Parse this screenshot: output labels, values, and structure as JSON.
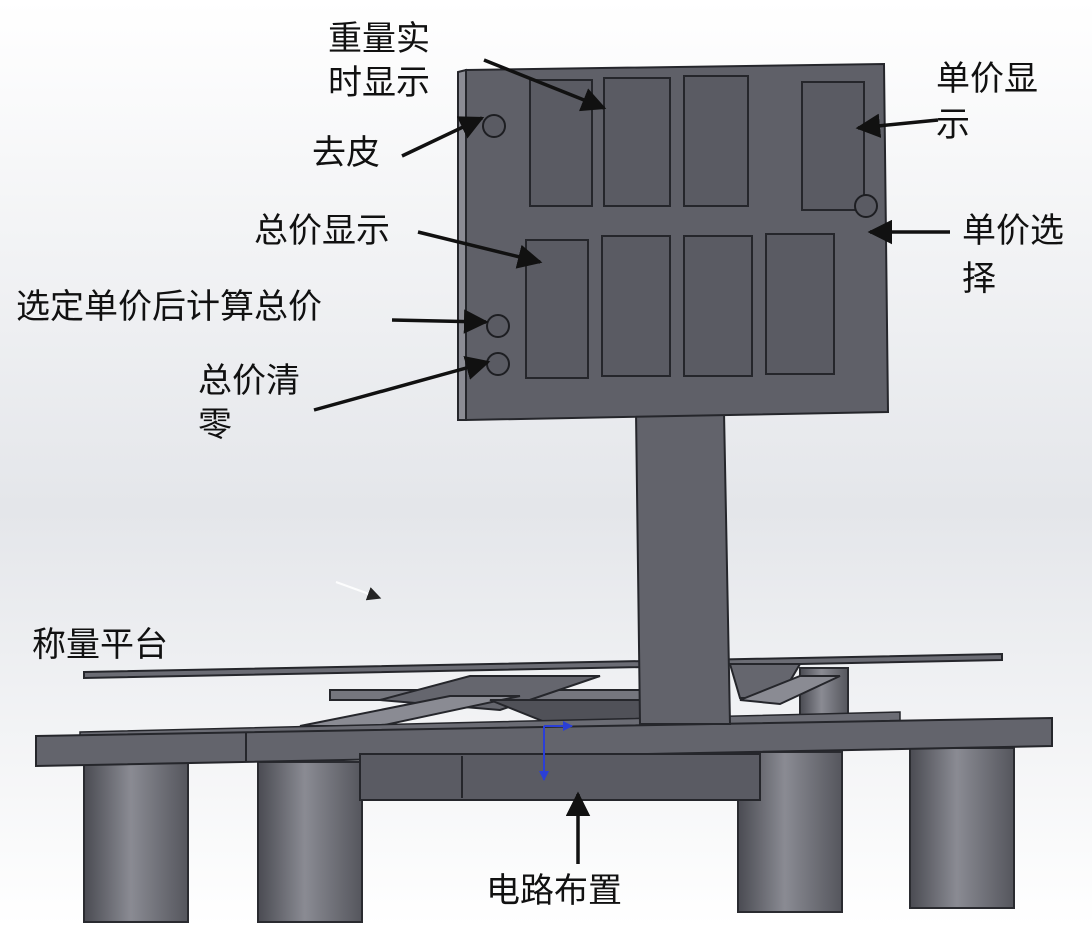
{
  "labels": {
    "weight_display": [
      "重量实",
      "时显示"
    ],
    "tare": "去皮",
    "total_display": "总价显示",
    "calc_total": "选定单价后计算总价",
    "clear_total": [
      "总价清",
      "零"
    ],
    "price_display": [
      "单价显",
      "示"
    ],
    "price_select": [
      "单价选",
      "择"
    ],
    "platform": "称量平台",
    "circuit": "电路布置"
  },
  "colors": {
    "panel": "#5f6068",
    "panel_dark": "#44454c",
    "panel_light": "#7d7e86",
    "outline": "#25262b",
    "label_text": "#111111",
    "arrow": "#111111",
    "axis_triad": "#2b3fd6"
  }
}
